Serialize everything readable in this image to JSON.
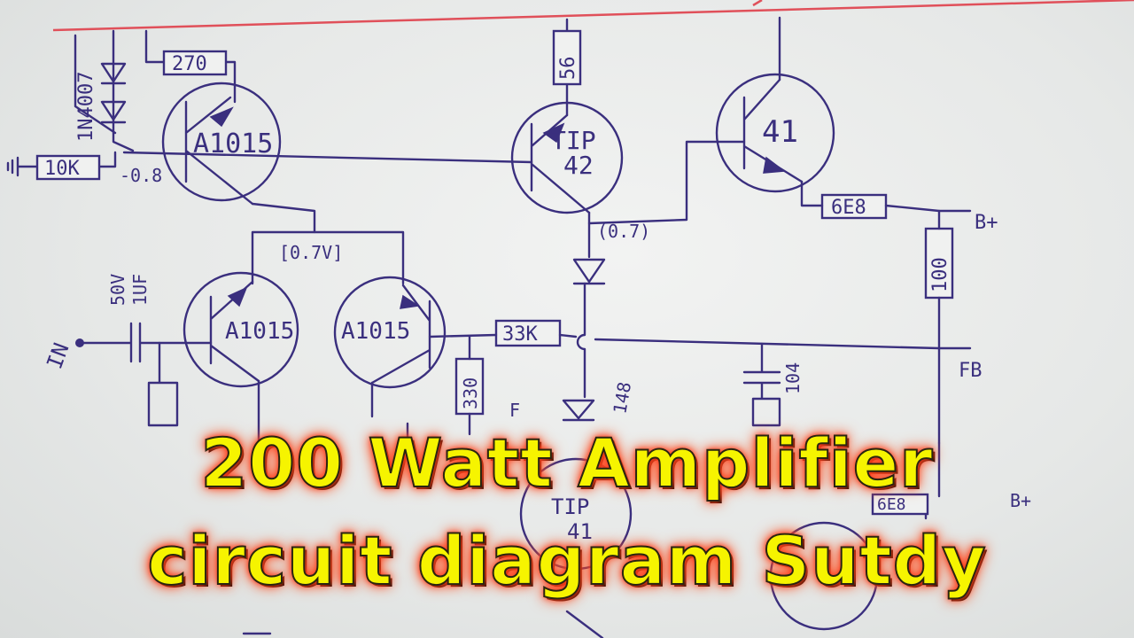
{
  "title_lines": [
    "200 Watt Amplifier",
    "circuit diagram Sutdy"
  ],
  "labels": {
    "diode_top": "1N4007",
    "r_270": "270",
    "r_10k": "10K",
    "v_minus": "-0.8",
    "q1": "A1015",
    "r_56": "56",
    "q_tip42_a": "TIP",
    "q_tip42_b": "42",
    "q_41": "41",
    "r_6e8": "6E8",
    "b_plus": "B+",
    "r_100": "100",
    "v_07": "(0.7)",
    "v_bias": "[0.7V]",
    "cap_in_a": "50V",
    "cap_in_b": "1UF",
    "q2": "A1015",
    "q3": "A1015",
    "input": "IN",
    "r_33k": "33K",
    "r_330": "330",
    "cap_104": "104",
    "fb": "FB",
    "d_148": "148",
    "q_tip41_a": "TIP",
    "q_tip41_b": "41",
    "r_6e8_b": "6E8",
    "b_plus_b": "B+",
    "stray_f": "F"
  },
  "colors": {
    "ink": "#3a2f7e",
    "red_rail": "#e0505a",
    "title_fill": "#f6f400",
    "title_glow": "#ff3a1a"
  }
}
